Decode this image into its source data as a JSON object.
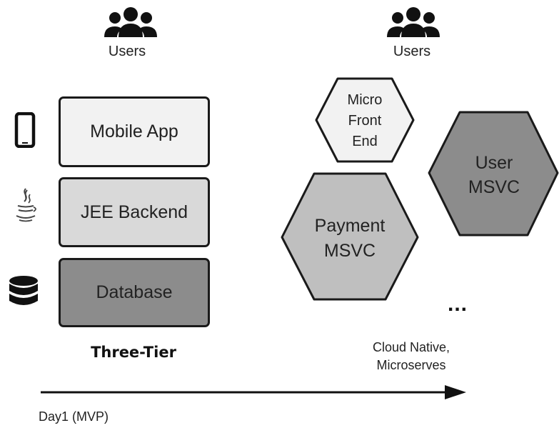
{
  "left": {
    "users_label": "Users",
    "tiers": [
      {
        "label": "Mobile App",
        "fill": "#f2f2f2",
        "icon": "mobile-phone-icon"
      },
      {
        "label": "JEE Backend",
        "fill": "#d9d9d9",
        "icon": "java-icon"
      },
      {
        "label": "Database",
        "fill": "#8c8c8c",
        "icon": "database-icon"
      }
    ],
    "caption": "Three-Tier"
  },
  "right": {
    "users_label": "Users",
    "hexagons": [
      {
        "lines": [
          "Micro",
          "Front",
          "End"
        ],
        "fill": "#f2f2f2"
      },
      {
        "lines": [
          "User",
          "MSVC"
        ],
        "fill": "#8c8c8c"
      },
      {
        "lines": [
          "Payment",
          "MSVC"
        ],
        "fill": "#bfbfbf"
      }
    ],
    "ellipsis": "...",
    "caption_line1": "Cloud Native,",
    "caption_line2": "Microserves"
  },
  "timeline": {
    "start_label": "Day1 (MVP)"
  }
}
